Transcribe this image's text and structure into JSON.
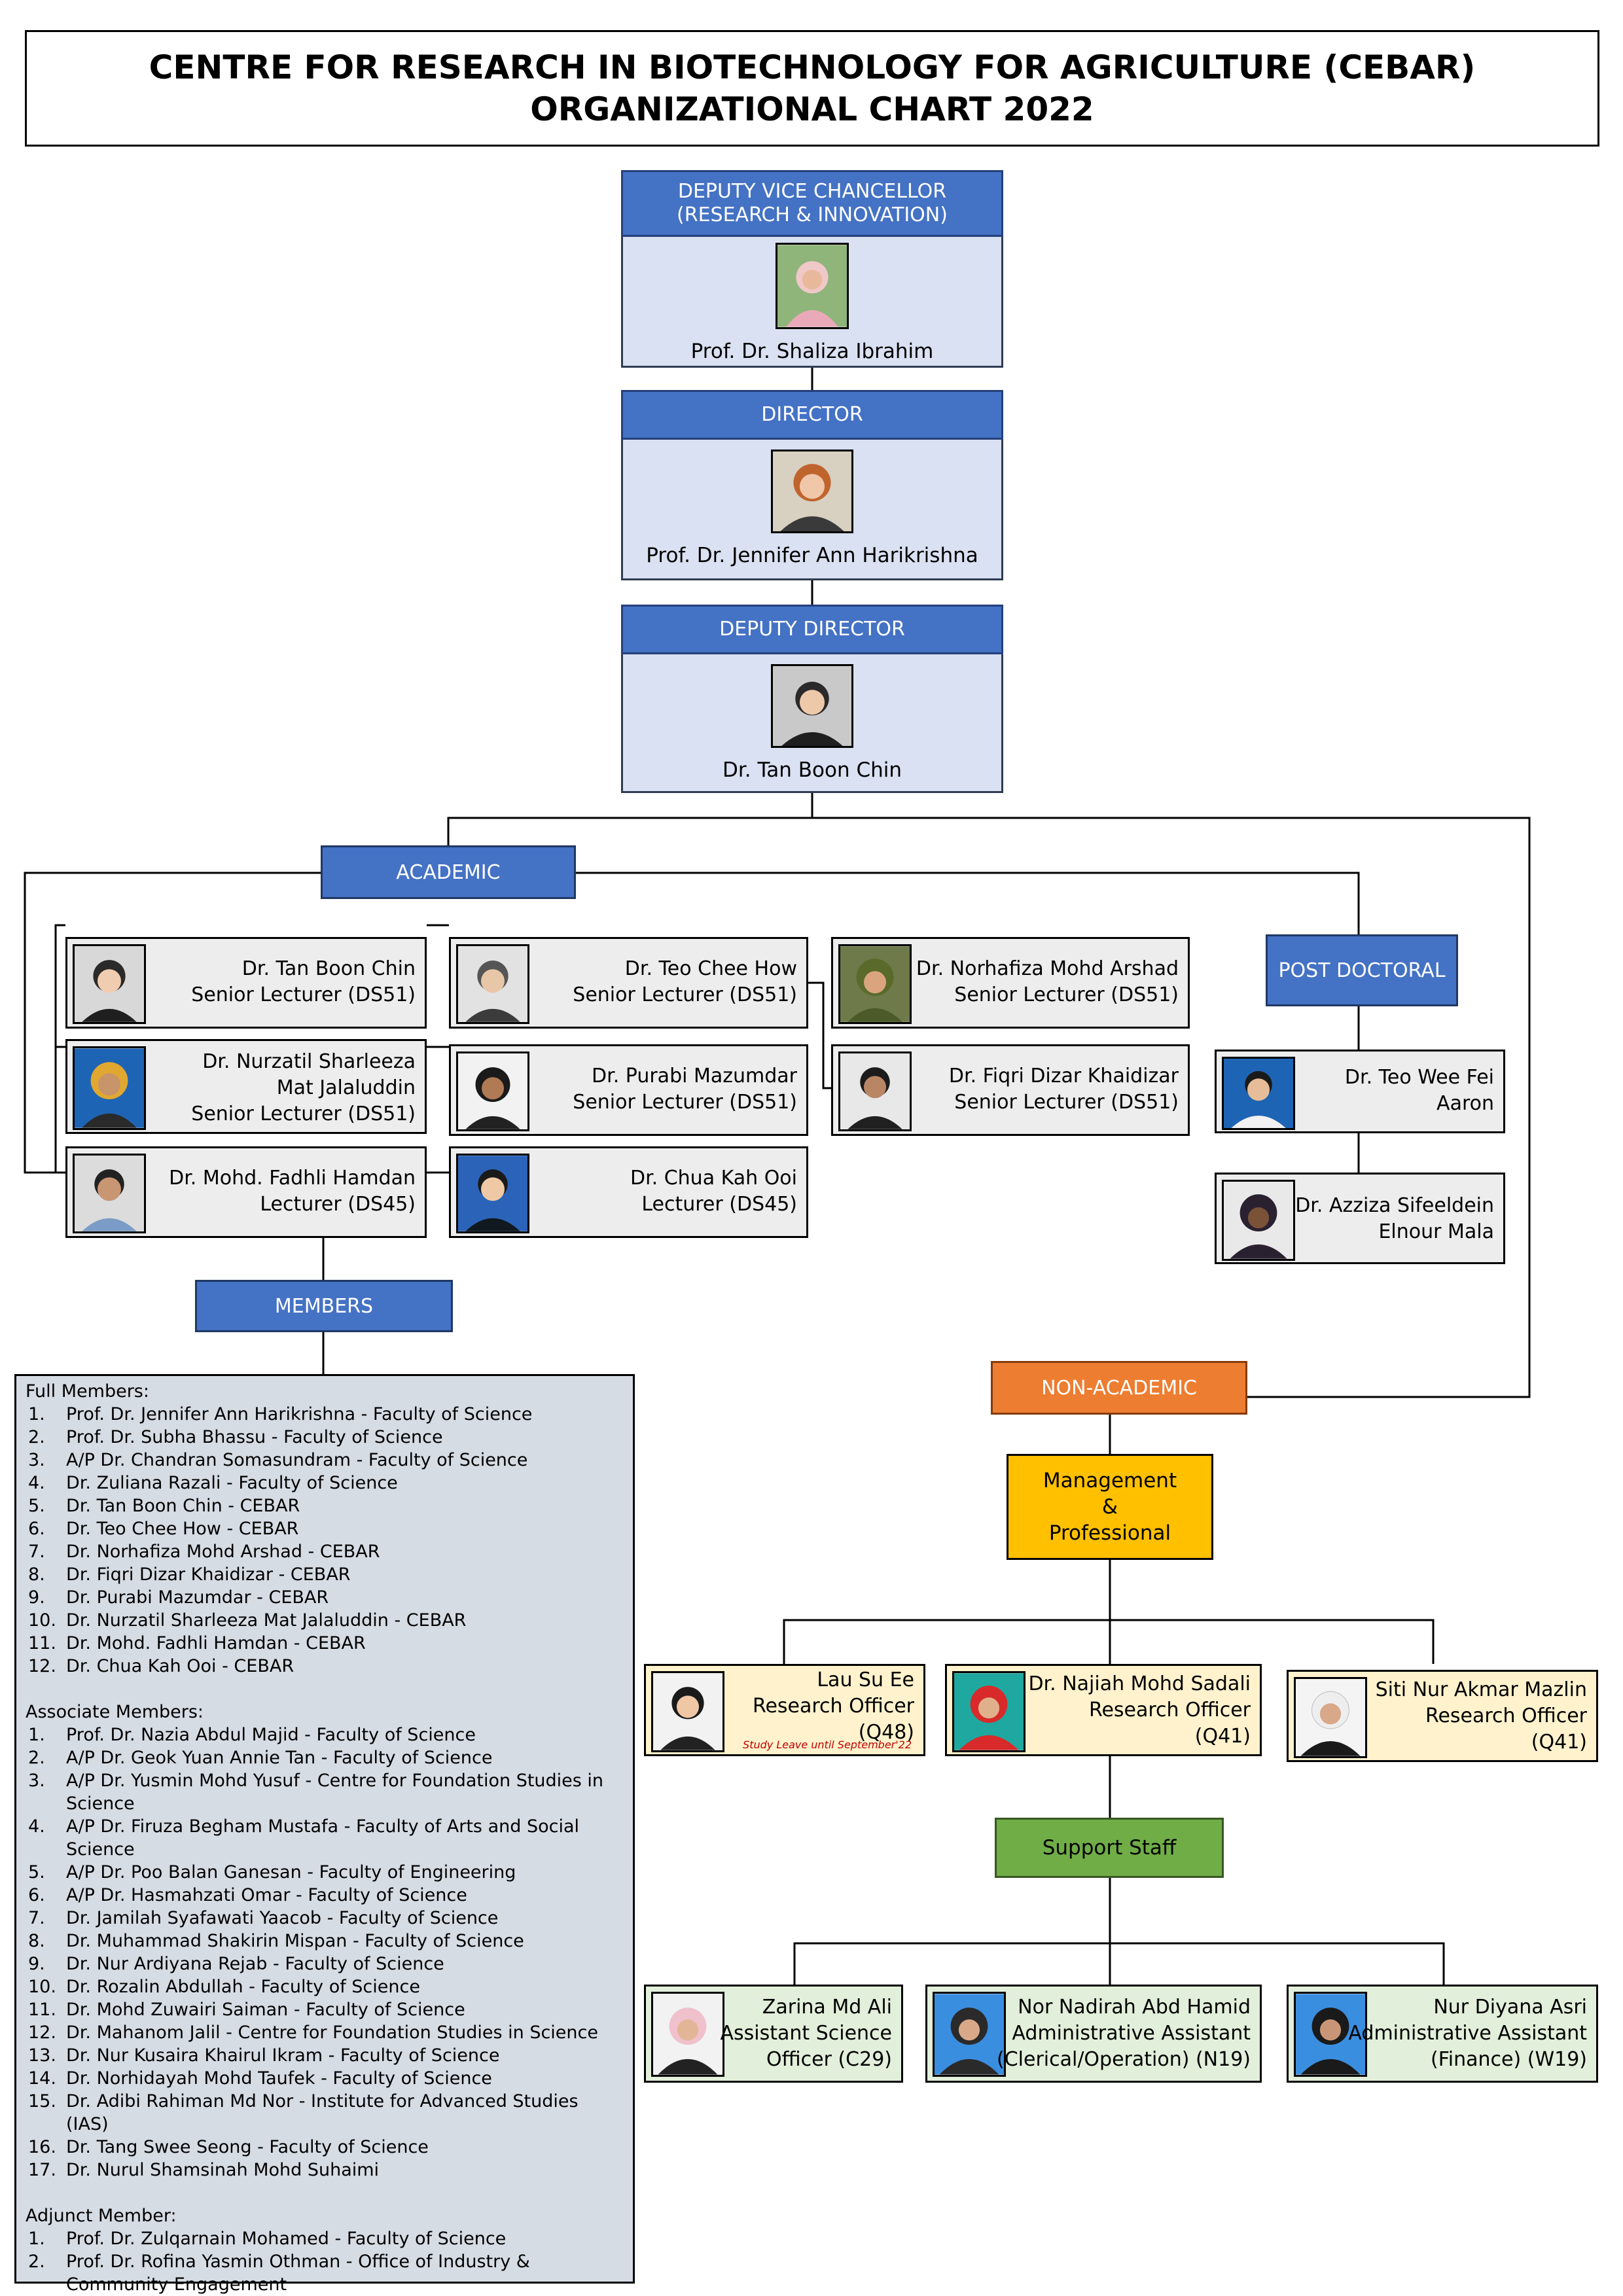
{
  "title": {
    "line1": "CENTRE FOR RESEARCH IN BIOTECHNOLOGY FOR AGRICULTURE (CEBAR)",
    "line2": "ORGANIZATIONAL CHART 2022"
  },
  "dvc": {
    "head1": "DEPUTY VICE CHANCELLOR",
    "head2": "(RESEARCH & INNOVATION)",
    "name": "Prof. Dr. Shaliza Ibrahim"
  },
  "director": {
    "head": "DIRECTOR",
    "name": "Prof. Dr. Jennifer Ann Harikrishna"
  },
  "deputy": {
    "head": "DEPUTY DIRECTOR",
    "name": "Dr. Tan Boon Chin"
  },
  "academic": {
    "label": "ACADEMIC",
    "staff": [
      {
        "name": "Dr. Tan Boon Chin",
        "role": "Senior Lecturer (DS51)"
      },
      {
        "name": "Dr. Teo Chee How",
        "role": "Senior Lecturer (DS51)"
      },
      {
        "name": "Dr. Norhafiza Mohd Arshad",
        "role": "Senior Lecturer (DS51)"
      },
      {
        "name1": "Dr. Nurzatil Sharleeza",
        "name2": "Mat Jalaluddin",
        "role": "Senior Lecturer (DS51)"
      },
      {
        "name": "Dr. Purabi Mazumdar",
        "role": "Senior Lecturer (DS51)"
      },
      {
        "name": "Dr. Fiqri Dizar Khaidizar",
        "role": "Senior Lecturer (DS51)"
      },
      {
        "name": "Dr. Mohd. Fadhli Hamdan",
        "role": "Lecturer (DS45)"
      },
      {
        "name": "Dr. Chua Kah Ooi",
        "role": "Lecturer (DS45)"
      }
    ]
  },
  "postdoc": {
    "label": "POST DOCTORAL",
    "staff": [
      {
        "line1": "Dr. Teo Wee Fei",
        "line2": "Aaron"
      },
      {
        "line1": "Dr. Azziza Sifeeldein",
        "line2": "Elnour Mala"
      }
    ]
  },
  "members": {
    "label": "MEMBERS",
    "full_title": "Full Members:",
    "full": [
      [
        "Prof. Dr. Jennifer Ann Harikrishna - Faculty of Science"
      ],
      [
        "Prof. Dr. Subha Bhassu - Faculty of Science"
      ],
      [
        "A/P Dr. Chandran Somasundram - Faculty of Science"
      ],
      [
        "Dr. Zuliana Razali - Faculty of Science"
      ],
      [
        "Dr. Tan Boon Chin - CEBAR"
      ],
      [
        "Dr. Teo Chee How - CEBAR"
      ],
      [
        "Dr. Norhafiza Mohd Arshad - CEBAR"
      ],
      [
        "Dr. Fiqri Dizar Khaidizar - CEBAR"
      ],
      [
        "Dr. Purabi Mazumdar - CEBAR"
      ],
      [
        "Dr. Nurzatil Sharleeza Mat Jalaluddin - CEBAR"
      ],
      [
        "Dr. Mohd. Fadhli Hamdan - CEBAR"
      ],
      [
        "Dr. Chua Kah Ooi - CEBAR"
      ]
    ],
    "assoc_title": "Associate Members:",
    "assoc": [
      [
        "Prof. Dr. Nazia Abdul Majid - Faculty of Science"
      ],
      [
        "A/P Dr. Geok Yuan Annie Tan - Faculty of Science"
      ],
      [
        "A/P Dr. Yusmin Mohd Yusuf - Centre for Foundation Studies in",
        "Science"
      ],
      [
        "A/P Dr. Firuza Begham Mustafa - Faculty of Arts and Social",
        "Science"
      ],
      [
        "A/P Dr. Poo Balan Ganesan - Faculty of Engineering"
      ],
      [
        "A/P Dr. Hasmahzati Omar - Faculty of Science"
      ],
      [
        "Dr. Jamilah Syafawati Yaacob - Faculty of Science"
      ],
      [
        "Dr. Muhammad Shakirin Mispan - Faculty of Science"
      ],
      [
        "Dr. Nur Ardiyana Rejab - Faculty of Science"
      ],
      [
        "Dr. Rozalin Abdullah - Faculty of Science"
      ],
      [
        "Dr. Mohd Zuwairi Saiman - Faculty of Science"
      ],
      [
        "Dr. Mahanom Jalil - Centre for Foundation Studies in Science"
      ],
      [
        "Dr. Nur Kusaira Khairul Ikram - Faculty of  Science"
      ],
      [
        "Dr. Norhidayah Mohd Taufek - Faculty of Science"
      ],
      [
        "Dr. Adibi Rahiman Md Nor - Institute for Advanced Studies (IAS)"
      ],
      [
        "Dr. Tang Swee Seong - Faculty of  Science"
      ],
      [
        "Dr. Nurul Shamsinah Mohd Suhaimi"
      ]
    ],
    "adjunct_title": "Adjunct Member:",
    "adjunct": [
      [
        "Prof. Dr. Zulqarnain Mohamed - Faculty of Science"
      ],
      [
        "Prof. Dr. Rofina Yasmin Othman - Office of Industry &",
        "Community Engagement"
      ]
    ]
  },
  "nonacademic": {
    "label": "NON-ACADEMIC",
    "mgmt": {
      "line1": "Management",
      "line2": "&",
      "line3": "Professional"
    },
    "officers": [
      {
        "l1": "Lau Su Ee",
        "l2": "Research Officer",
        "l3": "(Q48)",
        "note": "Study Leave until September'22"
      },
      {
        "l1": "Dr. Najiah Mohd Sadali",
        "l2": "Research Officer",
        "l3": "(Q41)"
      },
      {
        "l1": "Siti Nur Akmar Mazlin",
        "l2": "Research Officer",
        "l3": "(Q41)"
      }
    ],
    "support_label": "Support Staff",
    "support": [
      {
        "l1": "Zarina Md Ali",
        "l2": "Assistant Science",
        "l3": "Officer (C29)"
      },
      {
        "l1": "Nor Nadirah Abd Hamid",
        "l2": "Administrative Assistant",
        "l3": "(Clerical/Operation) (N19)"
      },
      {
        "l1": "Nur Diyana Asri",
        "l2": "Administrative Assistant",
        "l3": "(Finance) (W19)"
      }
    ]
  },
  "colors": {
    "head_blue": "#4472c4",
    "chief_bg": "#d9e1f2",
    "card_bg": "#ededed",
    "nonacademic": "#ed7d31",
    "management": "#ffc000",
    "support": "#70ad47",
    "officer_bg": "#fff2cc",
    "support_bg": "#e2efda",
    "members_bg": "#d6dce4"
  }
}
